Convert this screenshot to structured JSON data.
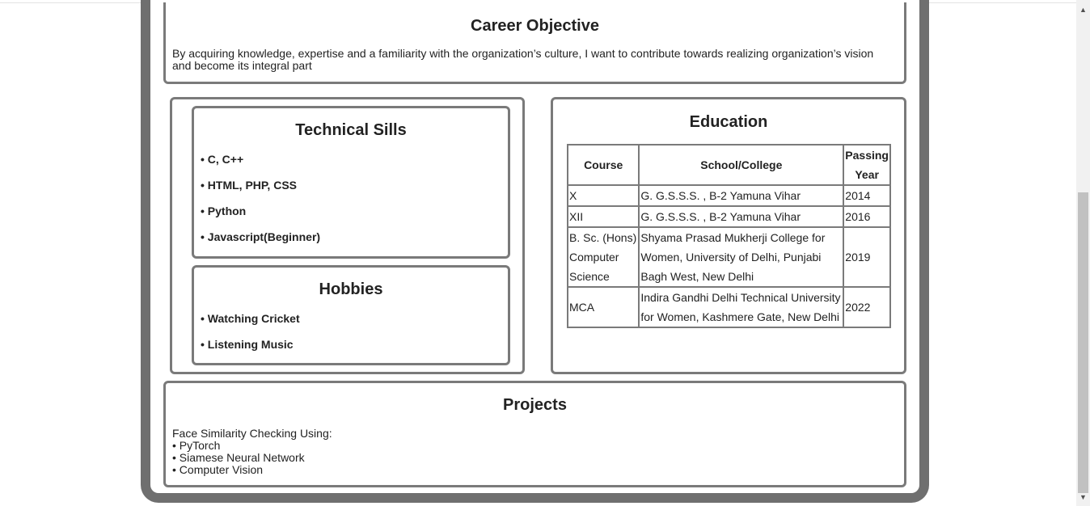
{
  "career": {
    "title": "Career Objective",
    "text": "By acquiring knowledge, expertise and a familiarity with the organization’s culture, I want to contribute towards realizing organization’s vision and become its integral part"
  },
  "skills": {
    "title": "Technical Sills",
    "items": [
      "• C, C++",
      "• HTML, PHP, CSS",
      "• Python",
      "• Javascript(Beginner)"
    ]
  },
  "hobbies": {
    "title": "Hobbies",
    "items": [
      "• Watching Cricket",
      "• Listening Music"
    ]
  },
  "education": {
    "title": "Education",
    "headers": [
      "Course",
      "School/College",
      "Passing Year"
    ],
    "rows": [
      [
        "X",
        "G. G.S.S.S. , B-2 Yamuna Vihar",
        "2014"
      ],
      [
        "XII",
        "G. G.S.S.S. , B-2 Yamuna Vihar",
        "2016"
      ],
      [
        "B. Sc. (Hons) Computer Science",
        "Shyama Prasad Mukherji College for Women, University of Delhi, Punjabi Bagh West, New Delhi",
        "2019"
      ],
      [
        "MCA",
        "Indira Gandhi Delhi Technical University for Women, Kashmere Gate, New Delhi",
        "2022"
      ]
    ]
  },
  "projects": {
    "title": "Projects",
    "heading": "Face Similarity Checking Using:",
    "items": [
      "• PyTorch",
      "• Siamese Neural Network",
      "• Computer Vision"
    ]
  },
  "scrollbar": {
    "up_icon": "arrow-up-icon",
    "down_icon": "arrow-down-icon"
  }
}
